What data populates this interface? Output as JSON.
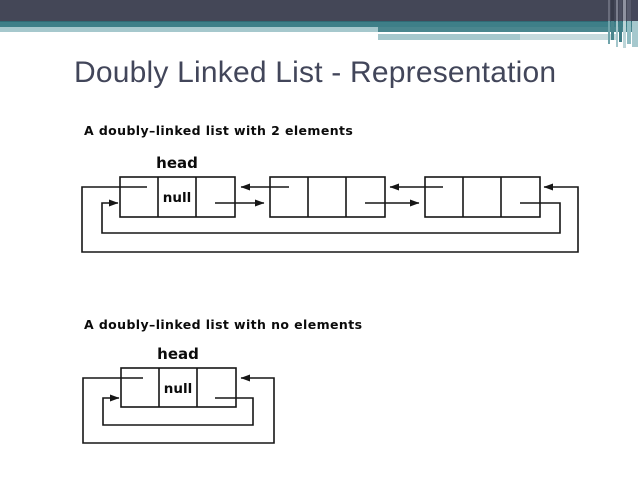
{
  "slide": {
    "title": "Doubly Linked List - Representation"
  },
  "theme": {
    "header_dark_bar": "#444757",
    "header_teal_bar": "#3E7F88",
    "header_light_teal_band": "#A6C8CD",
    "header_lighter_teal_band": "#C6DADD",
    "title_text_color": "#42465A",
    "diagram_line_color": "#161616"
  },
  "diagram1": {
    "caption": "A doubly–linked list with 2 elements",
    "head_label": "head",
    "null_label": "null"
  },
  "diagram2": {
    "caption": "A doubly–linked list with no elements",
    "head_label": "head",
    "null_label": "null"
  }
}
